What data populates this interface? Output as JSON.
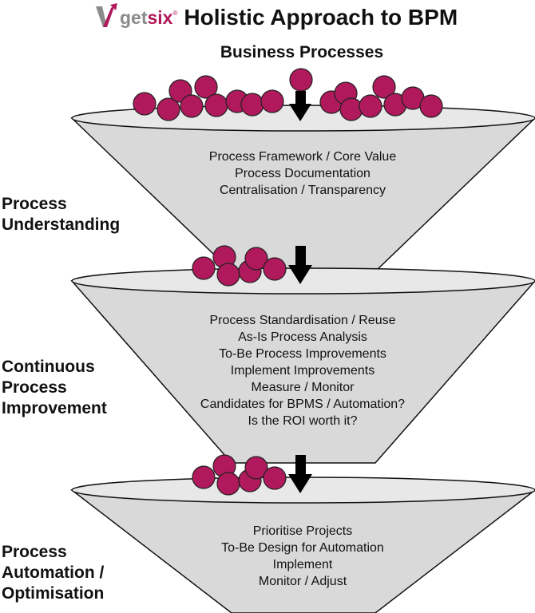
{
  "header": {
    "logo_get": "get",
    "logo_six": "six",
    "logo_reg": "®",
    "title": "Holistic Approach to BPM"
  },
  "top_heading": "Business Processes",
  "colors": {
    "ball": "#b0195c",
    "funnel_fill": "#d9d9d9",
    "funnel_stroke": "#111111",
    "logo_gray": "#8a8a8a",
    "logo_accent": "#b0195c"
  },
  "funnels": [
    {
      "lines": [
        "Process Framework / Core Value",
        "Process Documentation",
        "Centralisation / Transparency"
      ],
      "label": [
        "Process",
        "Understanding"
      ]
    },
    {
      "lines": [
        "Process Standardisation / Reuse",
        "As-Is Process Analysis",
        "To-Be Process Improvements",
        "Implement Improvements",
        "Measure / Monitor",
        "Candidates for BPMS / Automation?",
        "Is the ROI worth it?"
      ],
      "label": [
        "Continuous",
        "Process",
        "Improvement"
      ]
    },
    {
      "lines": [
        "Prioritise Projects",
        "To-Be Design for Automation",
        "Implement",
        "Monitor / Adjust"
      ],
      "label": [
        "Process",
        "Automation /",
        "Optimisation"
      ]
    }
  ]
}
